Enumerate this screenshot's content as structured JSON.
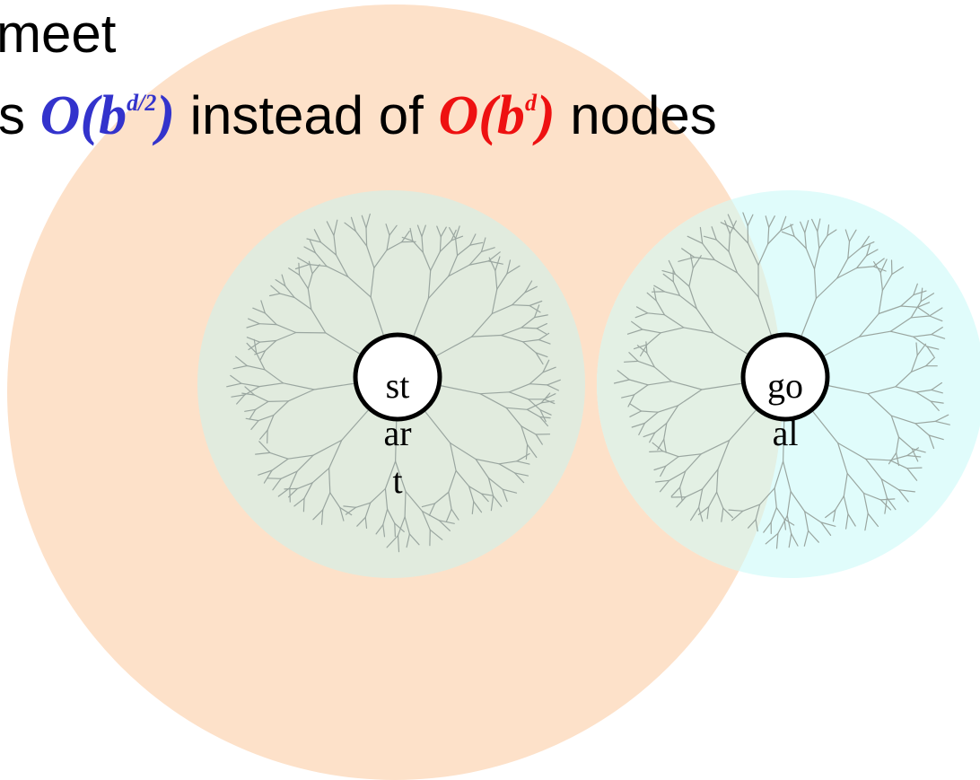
{
  "text": {
    "line1": "meet",
    "line2_prefix": "s ",
    "bigo_half": {
      "base": "O(b",
      "exp": "d/2",
      "close": ")"
    },
    "line2_middle": " instead of ",
    "bigo_full": {
      "base": "O(b",
      "exp": "d",
      "close": ")"
    },
    "line2_suffix": " nodes"
  },
  "nodes": {
    "start": {
      "label": "start"
    },
    "goal": {
      "label": "goal"
    }
  },
  "colors": {
    "big_circle": "#fde1c9",
    "start_frontier": "#e1ebde",
    "goal_frontier": "#e0fcfb",
    "overlap": "#e3f0e4",
    "tree_lines": "#9aa6a0",
    "half_highlight": "#3333cc",
    "full_highlight": "#ee1111"
  }
}
